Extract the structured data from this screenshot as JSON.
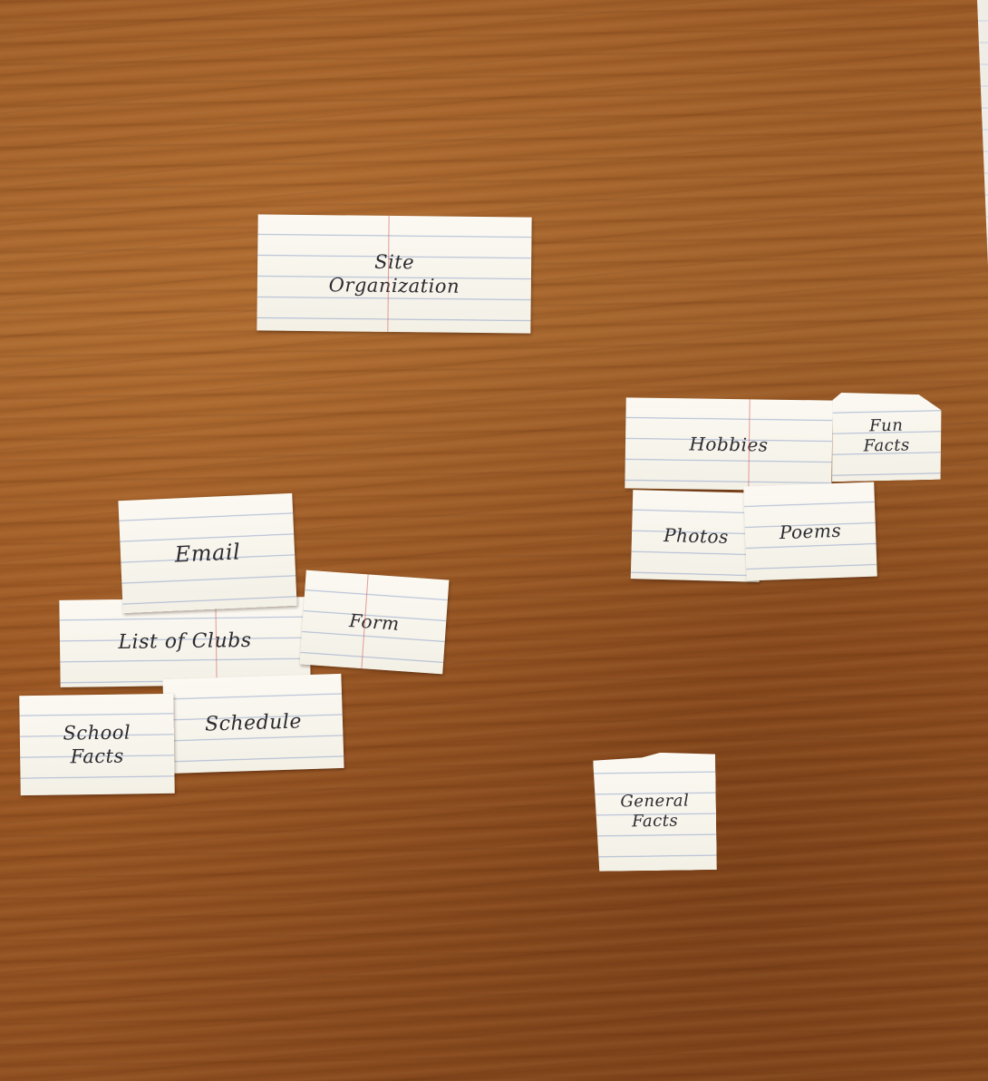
{
  "cards": {
    "site_organization": {
      "lines": [
        "Site",
        "Organization"
      ]
    },
    "hobbies": {
      "lines": [
        "Hobbies"
      ]
    },
    "fun_facts": {
      "lines": [
        "Fun",
        "Facts"
      ]
    },
    "photos": {
      "lines": [
        "Photos"
      ]
    },
    "poems": {
      "lines": [
        "Poems"
      ]
    },
    "email": {
      "lines": [
        "Email"
      ]
    },
    "list_of_clubs": {
      "lines": [
        "List of Clubs"
      ]
    },
    "form": {
      "lines": [
        "Form"
      ]
    },
    "school_facts": {
      "lines": [
        "School",
        "Facts"
      ]
    },
    "schedule": {
      "lines": [
        "Schedule"
      ]
    },
    "general_facts": {
      "lines": [
        "General",
        "Facts"
      ]
    }
  },
  "colors": {
    "desk": "#9b5a26",
    "paper": "#f8f6ee",
    "rule_line": "#6e87be",
    "margin_line": "#d25050",
    "ink": "#2d2b30"
  }
}
